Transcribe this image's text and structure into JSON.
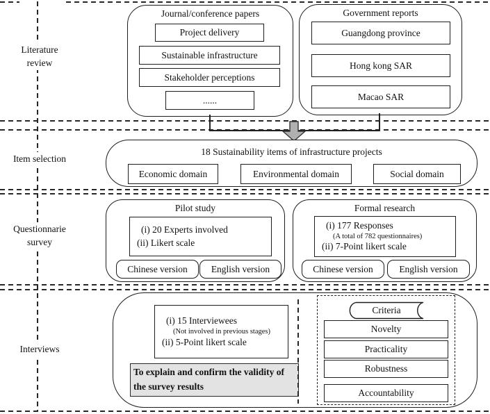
{
  "sidebar": {
    "stages": [
      {
        "label": "Literature review"
      },
      {
        "label": "Item selection"
      },
      {
        "label": "Questionnarie survey"
      },
      {
        "label": "Interviews"
      }
    ]
  },
  "literature": {
    "journal": {
      "title": "Journal/conference papers",
      "items": [
        "Project delivery",
        "Sustainable infrastructure",
        "Stakeholder perceptions",
        "......"
      ]
    },
    "government": {
      "title": "Government reports",
      "items": [
        "Guangdong province",
        "Hong kong SAR",
        "Macao SAR"
      ]
    }
  },
  "item_selection": {
    "title": "18 Sustainability items of infrastructure projects",
    "domains": [
      "Economic domain",
      "Environmental domain",
      "Social domain"
    ]
  },
  "survey": {
    "pilot": {
      "title": "Pilot study",
      "lines": [
        "(i) 20 Experts involved",
        "(ii) Likert scale"
      ],
      "versions": [
        "Chinese version",
        "English version"
      ]
    },
    "formal": {
      "title": "Formal research",
      "lines": [
        "(i) 177 Responses",
        "(A total of 782 questionnaires)",
        "(ii) 7-Point likert scale"
      ],
      "versions": [
        "Chinese version",
        "English version"
      ]
    }
  },
  "interviews": {
    "info": [
      "(i) 15 Interviewees",
      "(Not involved in previous stages)",
      "(ii) 5-Point likert scale"
    ],
    "purpose": "To explain and confirm the validity of the survey results",
    "criteria": {
      "title": "Criteria",
      "items": [
        "Novelty",
        "Practicality",
        "Robustness",
        "Accountability"
      ]
    }
  },
  "icons": {
    "flow_arrow": "down-block-arrow",
    "criteria_banner": "horizontal-scroll"
  },
  "colors": {
    "line": "#1c1c1c",
    "arrow_fill": "#b0b0b0",
    "note_fill": "#e3e3e3",
    "background": "#ffffff"
  }
}
